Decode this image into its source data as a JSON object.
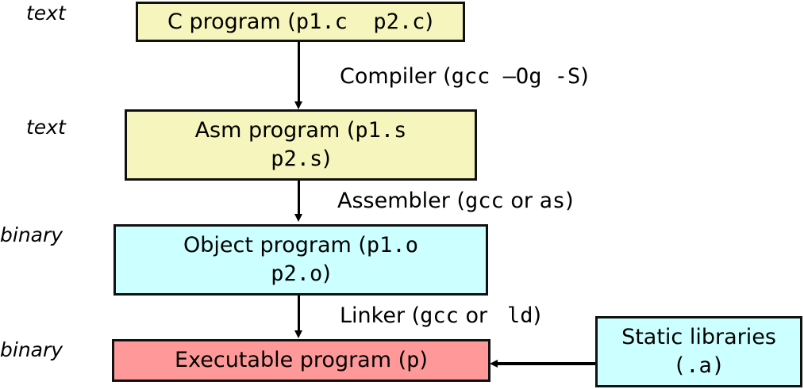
{
  "side_labels": [
    "text",
    "text",
    "binary",
    "binary"
  ],
  "boxes": {
    "c": {
      "name": "C program (",
      "files": "p1.c  p2.c",
      "close": ")",
      "color": "#f5f5bd"
    },
    "asm": {
      "name": "Asm program (",
      "files1": "p1.s",
      "files2": "p2.s",
      "close": ")",
      "color": "#f5f5bd"
    },
    "obj": {
      "name": "Object program (",
      "files1": "p1.o",
      "files2": "p2.o",
      "close": ")",
      "color": "#ccffff"
    },
    "exe": {
      "name": "Executable program (",
      "files": "p",
      "close": ")",
      "color": "#ff9999"
    },
    "lib": {
      "name": "Static libraries",
      "files": "(.a)",
      "color": "#ccffff"
    }
  },
  "steps": {
    "compiler": {
      "name": "Compiler (",
      "cmd": "gcc –Og -S",
      "close": ")"
    },
    "assembler": {
      "name": "Assembler (",
      "cmd1": "gcc",
      "mid": " or ",
      "cmd2": "as",
      "close": ")"
    },
    "linker": {
      "name": "Linker (",
      "cmd1": "gcc",
      "mid": " or ",
      "cmd2": " ld",
      "close": ")"
    }
  }
}
